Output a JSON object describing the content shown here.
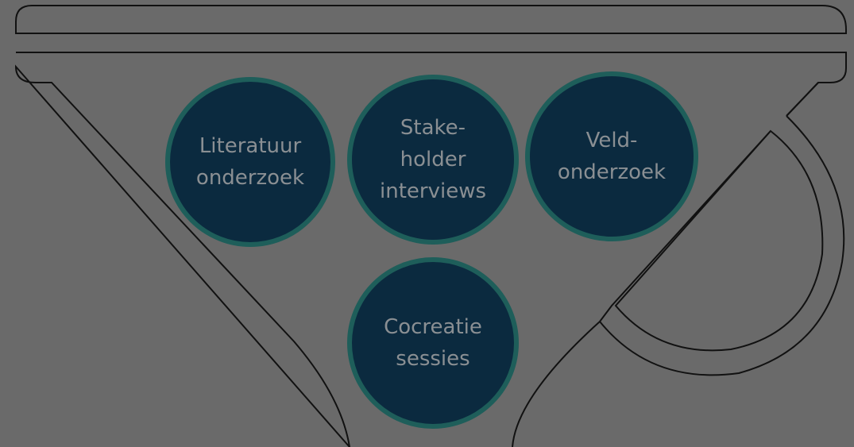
{
  "nodes": [
    {
      "id": "literatuur",
      "label": "Literatuur\nonderzoek"
    },
    {
      "id": "stakeholder",
      "label": "Stake-\nholder\ninterviews"
    },
    {
      "id": "veld",
      "label": "Veld-\nonderzoek"
    },
    {
      "id": "cocreatie",
      "label": "Cocreatie\nsessies"
    }
  ],
  "colors": {
    "background": "#6a6a6a",
    "circle_fill": "#0b2a3f",
    "circle_border": "#1e5e5a",
    "text": "#8a8f93",
    "outline": "#111111"
  }
}
